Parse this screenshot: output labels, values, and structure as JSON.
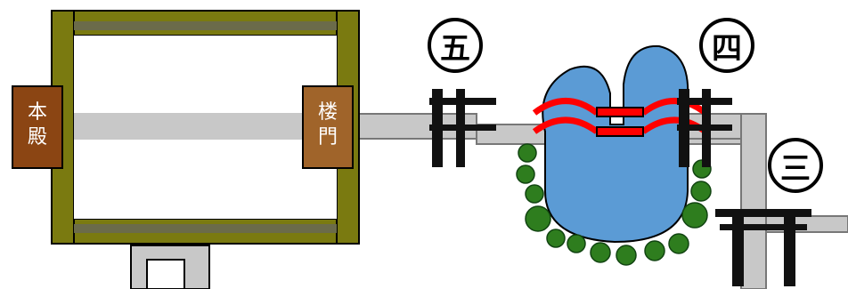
{
  "buildings": {
    "honden": {
      "label": "本\n殿",
      "color": "#8b4513"
    },
    "roumon": {
      "label": "楼\n門",
      "color": "#a0642a"
    }
  },
  "markers": [
    {
      "id": "five",
      "text": "五"
    },
    {
      "id": "four",
      "text": "四"
    },
    {
      "id": "three",
      "text": "三"
    }
  ],
  "colors": {
    "corridor": "#7a7a10",
    "path": "#c8c8c8",
    "pond": "#5b9bd5",
    "bridge": "#ff0000",
    "shrub": "#2e7d1e",
    "torii": "#111111"
  }
}
